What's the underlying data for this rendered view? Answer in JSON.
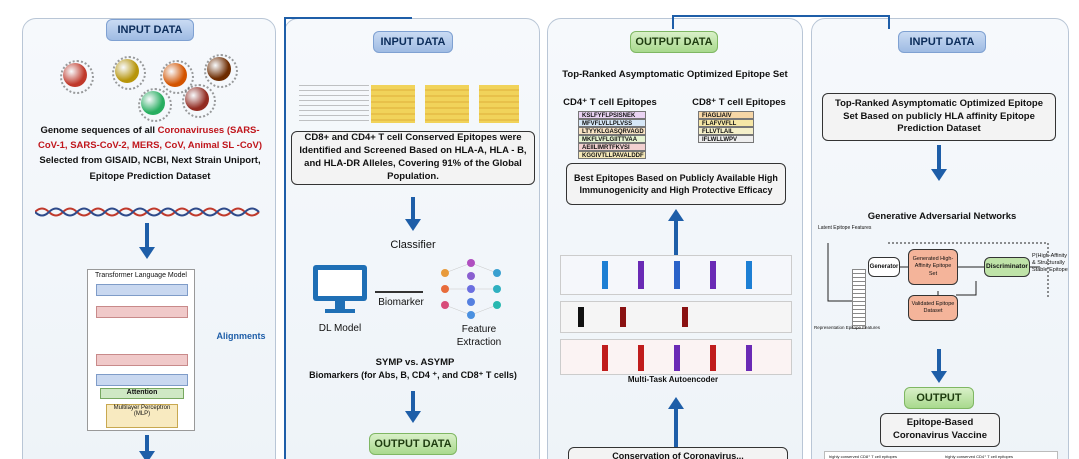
{
  "panel1": {
    "pill": "INPUT DATA",
    "genome_line1": "Genome sequences of all ",
    "genome_red": "Coronaviruses",
    "genome_red2": "(SARS-CoV-1, SARS-CoV-2, MERS, CoV, Animal SL -CoV)",
    "genome_line3": " Selected from GISAID, NCBI, Next Strain Uniport, Epitope Prediction Dataset",
    "transformer_title": "Transformer Language Model",
    "attention": "Attention",
    "mlp": "Multilayer Perceptron (MLP)",
    "alignments": "Alignments",
    "virus_colors": [
      "#c0392b",
      "#b7950b",
      "#d35400",
      "#6e2c00",
      "#27ae60",
      "#922b21"
    ]
  },
  "panel2": {
    "pill_top": "INPUT DATA",
    "conserved": "CD8+ and CD4+ T cell Conserved Epitopes were Identified and Screened Based on HLA-A, HLA - B, and HLA-DR Alleles, Covering 91% of the Global Population.",
    "classifier": "Classifier",
    "biomarker": "Biomarker",
    "dl_model": "DL Model",
    "feature_extraction": "Feature Extraction",
    "symp_line1": "SYMP vs. ASYMP",
    "symp_line2": "Biomarkers (for Abs, B, CD4 ⁺, and CD8⁺ T cells)",
    "pill_bottom": "OUTPUT DATA"
  },
  "panel3": {
    "pill": "OUTPUT DATA",
    "title": "Top-Ranked Asymptomatic Optimized Epitope Set",
    "cd4_label": "CD4⁺ T cell Epitopes",
    "cd8_label": "CD8⁺ T cell Epitopes",
    "cd4_epitopes": [
      "KSLFYFLPSISNEK",
      "MFVFLVLLPLVSS",
      "LTYYKLGASQRVAGD",
      "MKFLVFLGIITTVAA",
      "AEIILIMRTFKVSI",
      "KGGIVTLLPAVALDDF"
    ],
    "cd4_colors": [
      "#e9d3f2",
      "#d6e7f7",
      "#f7e2c4",
      "#e5f2d0",
      "#f2d0d0",
      "#f5e8b8"
    ],
    "cd8_epitopes": [
      "FIAGLIAIV",
      "FLAFVVFLL",
      "FLLVTLAIL",
      "IFLWLLWPV"
    ],
    "cd8_colors": [
      "#f6d6a6",
      "#f6e7a6",
      "#f4efc9",
      "#eeeeee"
    ],
    "best": "Best Epitopes Based on Publicly Available High Immunogenicity and High Protective Efficacy",
    "autoencoder": "Multi-Task Autoencoder",
    "bottom_box": "Conservation of Coronavirus..."
  },
  "panel4": {
    "pill_top": "INPUT DATA",
    "top_box": "Top-Ranked Asymptomatic Optimized Epitope Set Based on publicly HLA affinity Epitope Prediction Dataset",
    "gan_title": "Generative Adversarial Networks",
    "latent": "Latent Epitope Features",
    "generator": "Generator",
    "generated": "Generated High-Affinity Epitope Set",
    "discriminator": "Discriminator",
    "validated": "Validated Epitope Dataset",
    "outcome": "P(High-Affinity & Structurally Stable Epitope)",
    "representation": "Representation Epitope Features",
    "pill_output": "OUTPUT",
    "vaccine": "Epitope-Based Coronavirus Vaccine",
    "footer_left": "highly conserved CD8⁺ T cell epitopes",
    "footer_right": "highly conserved CD4⁺ T cell epitopes"
  }
}
